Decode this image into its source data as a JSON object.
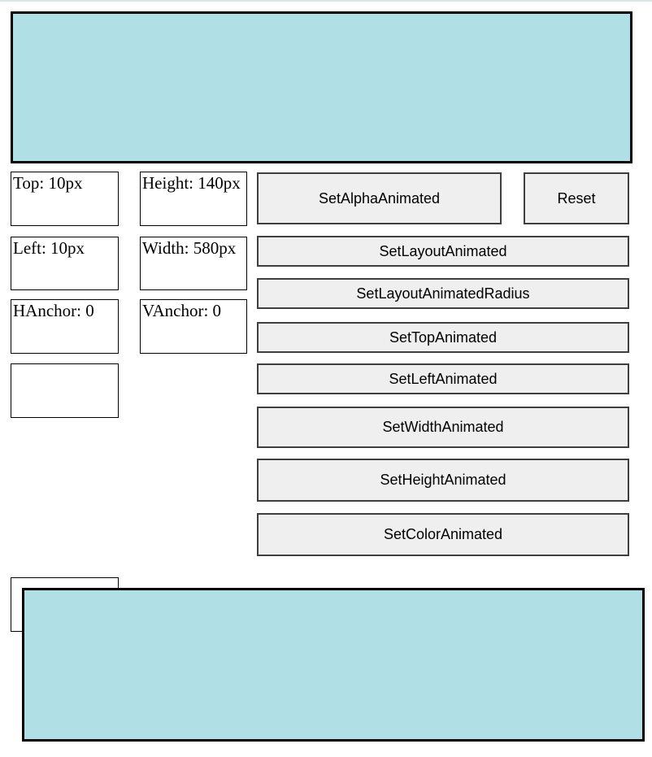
{
  "colors": {
    "panel_fill": "#b0e0e6",
    "panel_border": "#000000",
    "button_fill": "#efefef",
    "button_border": "#3f3f3f",
    "top_strip": "#dce6ea",
    "background": "#ffffff"
  },
  "status_fields": [
    {
      "id": "top",
      "label": "Top: 10px"
    },
    {
      "id": "height",
      "label": "Height: 140px"
    },
    {
      "id": "left",
      "label": "Left: 10px"
    },
    {
      "id": "width",
      "label": "Width: 580px"
    },
    {
      "id": "hanchor",
      "label": "HAnchor: 0"
    },
    {
      "id": "vanchor",
      "label": "VAnchor: 0"
    },
    {
      "id": "extra",
      "label": ""
    }
  ],
  "buttons": {
    "set_alpha_animated": "SetAlphaAnimated",
    "reset": "Reset",
    "set_layout_animated": "SetLayoutAnimated",
    "set_layout_animated_radius": "SetLayoutAnimatedRadius",
    "set_top_animated": "SetTopAnimated",
    "set_left_animated": "SetLeftAnimated",
    "set_width_animated": "SetWidthAnimated",
    "set_height_animated": "SetHeightAnimated",
    "set_color_animated": "SetColorAnimated"
  }
}
